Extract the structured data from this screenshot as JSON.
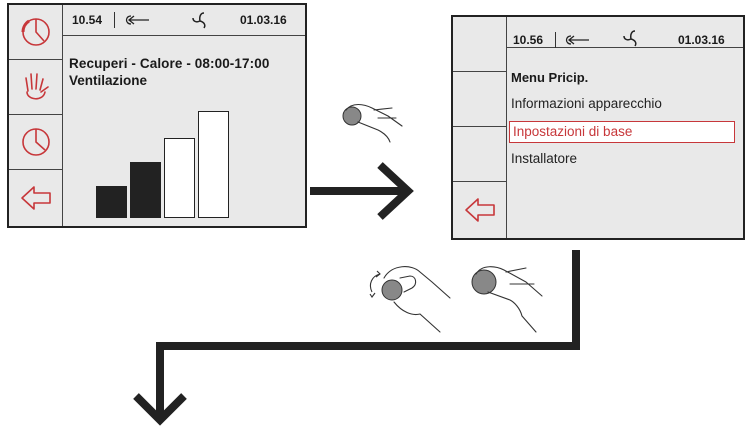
{
  "screen1": {
    "status": {
      "time": "10.54",
      "date": "01.03.16",
      "icons": [
        "quiet-mode-icon",
        "fan-icon"
      ]
    },
    "title": "Recuperi - Calore - 08:00-17:00",
    "subtitle": "Ventilazione",
    "sidebar": [
      "clock-icon",
      "hand-icon",
      "clock-icon",
      "back-arrow-icon"
    ],
    "fan_levels": {
      "total": 4,
      "active": 2
    }
  },
  "screen2": {
    "status": {
      "time": "10.56",
      "date": "01.03.16",
      "icons": [
        "quiet-mode-icon",
        "fan-icon"
      ]
    },
    "menu_title": "Menu Pricip.",
    "items": [
      "Informazioni apparecchio",
      "Inpostazioni di base",
      "Installatore"
    ],
    "selected_index": 1,
    "sidebar": [
      "blank",
      "blank",
      "blank",
      "back-arrow-icon"
    ]
  },
  "colors": {
    "accent_red": "#c7373a",
    "screen_bg": "#e9e9e9",
    "ink": "#222222"
  },
  "gestures": [
    "press-icon",
    "rotate-knob-icon",
    "press-icon"
  ]
}
